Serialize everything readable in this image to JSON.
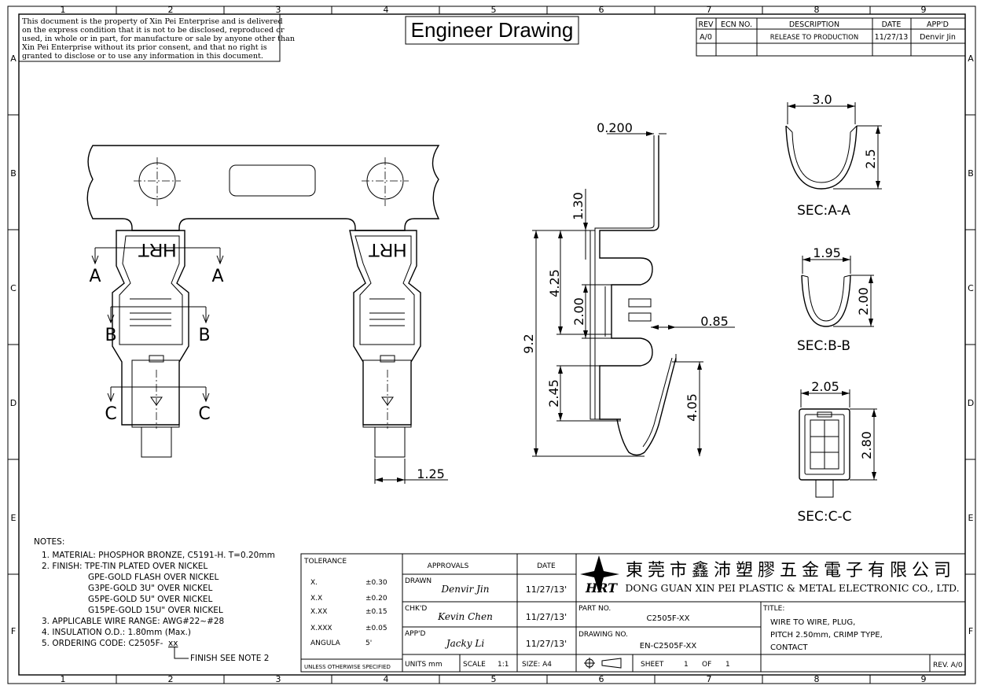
{
  "frame": {
    "columns": [
      "1",
      "2",
      "3",
      "4",
      "5",
      "6",
      "7",
      "8",
      "9"
    ],
    "rows": [
      "A",
      "B",
      "C",
      "D",
      "E",
      "F"
    ]
  },
  "notice": [
    "This document is the property of Xin Pei Enterprise and is delivered",
    "on the express condition that it is not to be disclosed, reproduced or",
    "used, in whole or in part, for manufacture or sale by anyone other than",
    "Xin Pei Enterprise without its prior consent, and that no right is",
    "granted to disclose or to use any information in this document."
  ],
  "title": "Engineer Drawing",
  "revision": {
    "headers": [
      "REV",
      "ECN NO.",
      "DESCRIPTION",
      "DATE",
      "APP'D"
    ],
    "row": [
      "A/0",
      "",
      "RELEASE TO PRODUCTION",
      "11/27/13",
      "Denvir Jin"
    ]
  },
  "views": {
    "front": {
      "marking": "HRT",
      "sections": [
        "A",
        "A",
        "B",
        "B",
        "C",
        "C"
      ],
      "dim_width": "1.25"
    },
    "side": {
      "dims": [
        "0.200",
        "1.30",
        "4.25",
        "2.00",
        "9.2",
        "0.85",
        "2.45",
        "4.05"
      ]
    },
    "sec_a": {
      "w": "3.0",
      "h": "2.5",
      "label": "SEC:A-A"
    },
    "sec_b": {
      "w": "1.95",
      "h": "2.00",
      "label": "SEC:B-B"
    },
    "sec_c": {
      "w": "2.05",
      "h": "2.80",
      "label": "SEC:C-C"
    }
  },
  "notes": {
    "heading": "NOTES:",
    "lines": [
      "1. MATERIAL: PHOSPHOR BRONZE, C5191-H. T=0.20mm",
      "2. FINISH: TPE-TIN PLATED OVER NICKEL",
      "GPE-GOLD FLASH OVER NICKEL",
      "G3PE-GOLD 3U\" OVER NICKEL",
      "G5PE-GOLD 5U\" OVER NICKEL",
      "G15PE-GOLD 15U\" OVER NICKEL",
      "3. APPLICABLE WIRE RANGE: AWG#22~#28",
      "4. INSULATION O.D.: 1.80mm (Max.)",
      "5. ORDERING CODE: C2505F-"
    ],
    "code_suffix": "xx",
    "finish_note": "FINISH SEE NOTE 2"
  },
  "tolerance": {
    "heading": "TOLERANCE",
    "rows": [
      {
        "k": "X.",
        "v": "±0.30"
      },
      {
        "k": "X.X",
        "v": "±0.20"
      },
      {
        "k": "X.XX",
        "v": "±0.15"
      },
      {
        "k": "X.XXX",
        "v": "±0.05"
      },
      {
        "k": "ANGULA",
        "v": "5'"
      }
    ],
    "footer": "UNLESS OTHERWISE SPECIFIED"
  },
  "approvals": {
    "heading": "APPROVALS",
    "date_heading": "DATE",
    "rows": [
      {
        "role": "DRAWN",
        "name": "Denvir Jin",
        "date": "11/27/13'"
      },
      {
        "role": "CHK'D",
        "name": "Kevin Chen",
        "date": "11/27/13'"
      },
      {
        "role": "APP'D",
        "name": "Jacky Li",
        "date": "11/27/13'"
      }
    ],
    "units": "UNITS mm",
    "scale_label": "SCALE",
    "scale": "1:1",
    "size": "SIZE: A4",
    "sheet_label": "SHEET",
    "sheet": "1",
    "of_label": "OF",
    "of": "1"
  },
  "company": {
    "logo": "HRT",
    "name_cn": "東莞市鑫沛塑膠五金電子有限公司",
    "name_en": "DONG GUAN XIN PEI PLASTIC & METAL ELECTRONIC CO., LTD."
  },
  "part": {
    "part_label": "PART NO.",
    "part_no": "C2505F-XX",
    "drawing_label": "DRAWING NO.",
    "drawing_no": "EN-C2505F-XX",
    "title_label": "TITLE:",
    "title_lines": [
      "WIRE TO WIRE, PLUG,",
      "PITCH 2.50mm, CRIMP TYPE,",
      "CONTACT"
    ],
    "rev": "REV. A/0"
  }
}
